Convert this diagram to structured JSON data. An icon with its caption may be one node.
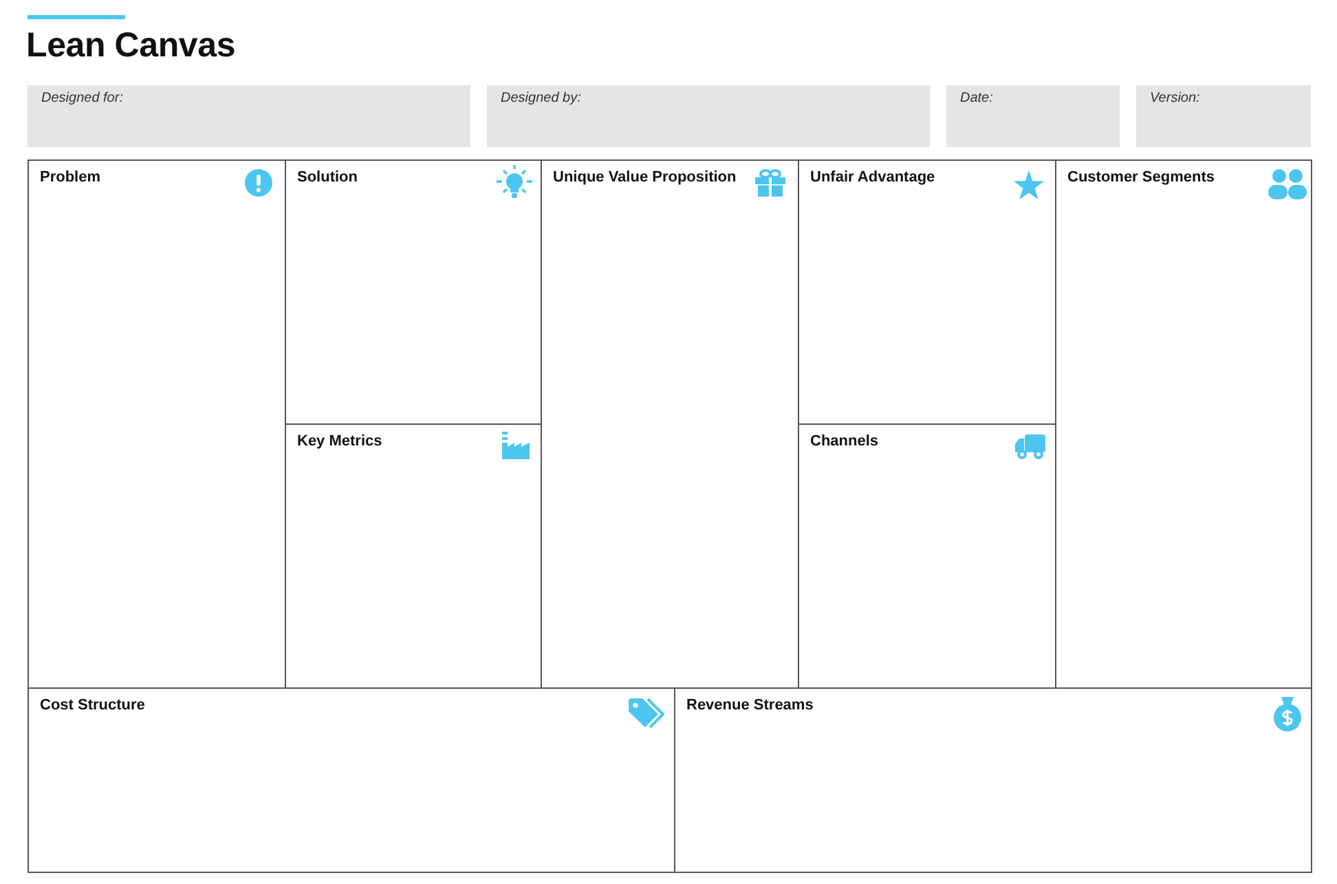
{
  "diagram": {
    "title": "Lean Canvas",
    "nodes": [
      {
        "text": [
          "Designed for:"
        ]
      },
      {
        "text": [
          "Designed by:"
        ]
      },
      {
        "text": [
          "Date:"
        ]
      },
      {
        "text": [
          "Version:"
        ]
      },
      {
        "text": [
          "Problem"
        ]
      },
      {
        "text": [
          "Solution"
        ]
      },
      {
        "text": [
          "Unique Value Proposition"
        ]
      },
      {
        "text": [
          "Unfair Advantage"
        ]
      },
      {
        "text": [
          "Customer Segments"
        ]
      },
      {
        "text": [
          "Key Metrics"
        ]
      },
      {
        "text": [
          "Channels"
        ]
      },
      {
        "text": [
          "Cost Structure"
        ]
      },
      {
        "text": [
          "Revenue Streams"
        ]
      }
    ]
  }
}
